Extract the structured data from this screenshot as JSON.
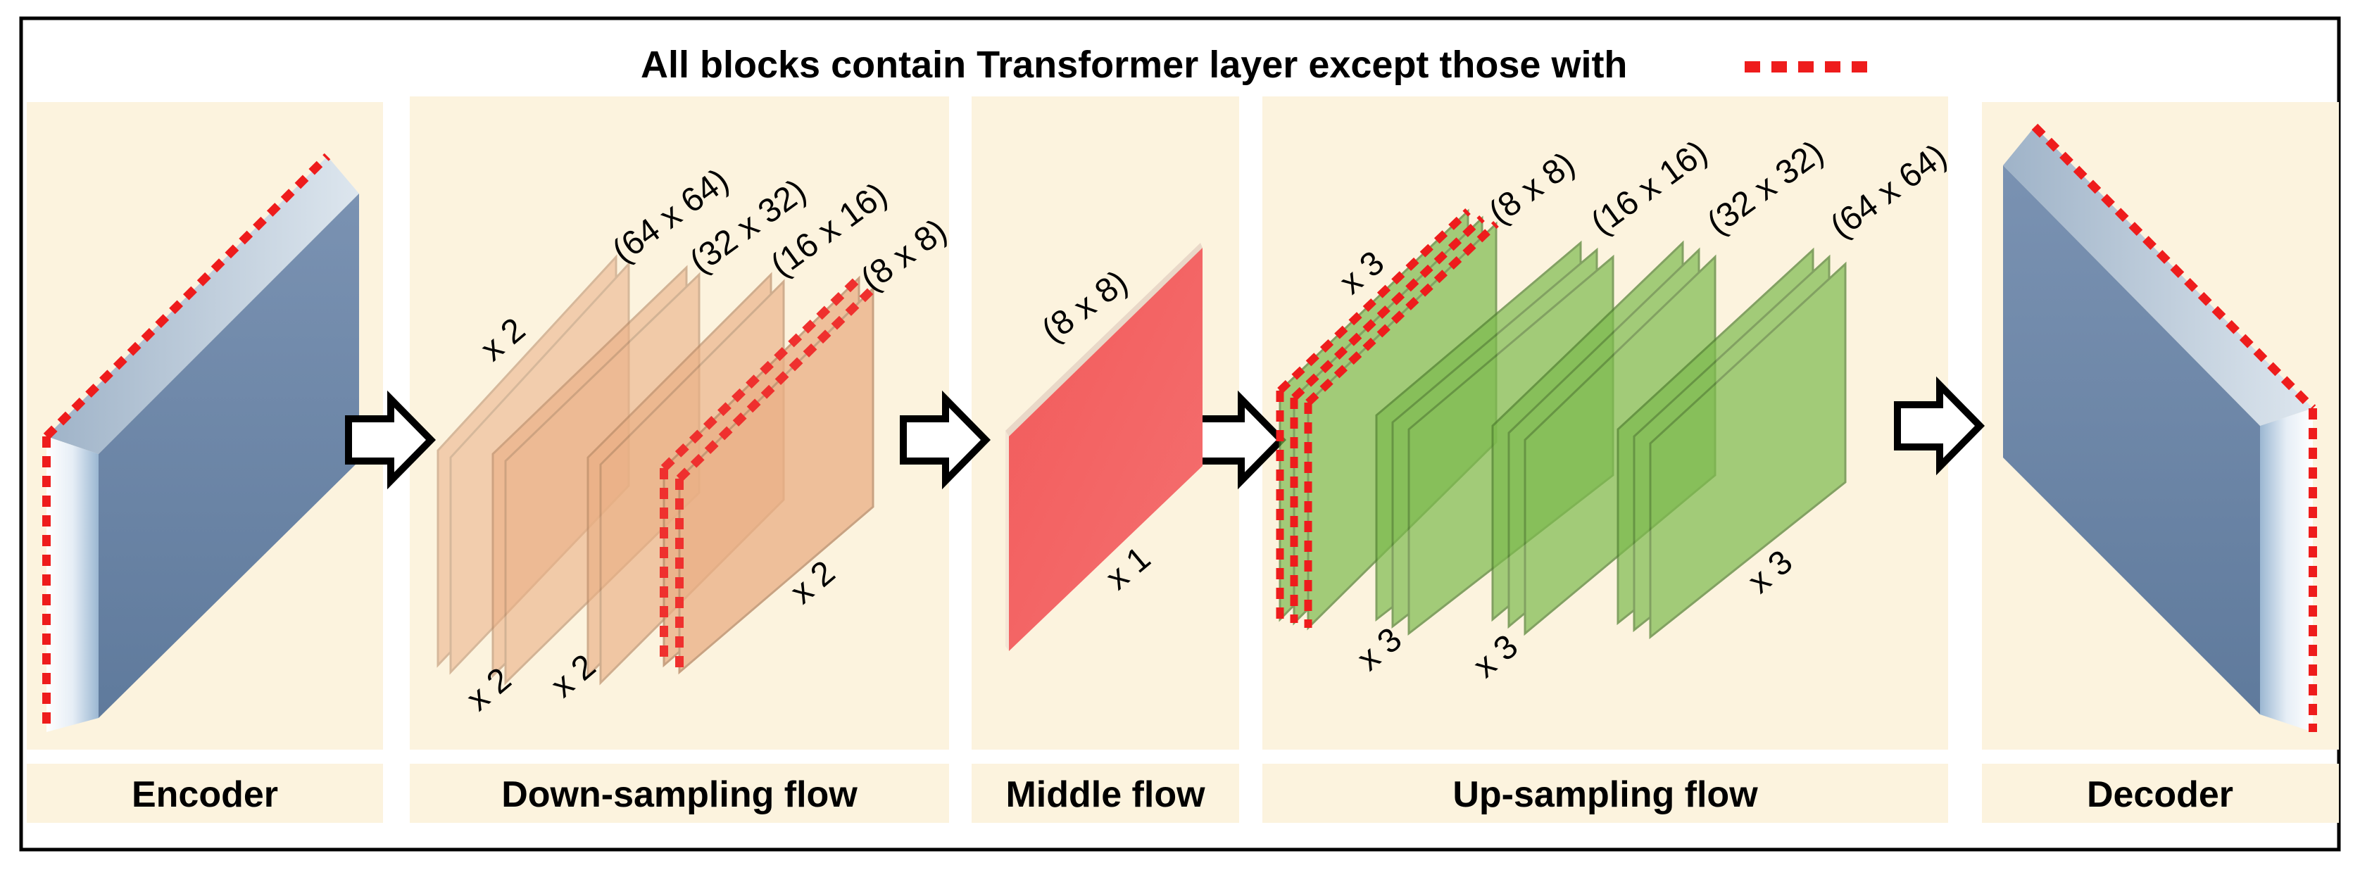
{
  "title": "All blocks contain Transformer layer except those with",
  "sections": {
    "encoder": "Encoder",
    "down": "Down-sampling flow",
    "middle": "Middle flow",
    "up": "Up-sampling flow",
    "decoder": "Decoder"
  },
  "down_flow": {
    "sizes": [
      "(64 x 64)",
      "(32 x 32)",
      "(16 x 16)",
      "(8 x 8)"
    ],
    "repeat_top": "x 2",
    "repeat_bottom": [
      "x 2",
      "x 2"
    ],
    "repeat_right": "x 2"
  },
  "middle_flow": {
    "size": "(8 x 8)",
    "repeat": "x 1"
  },
  "up_flow": {
    "sizes": [
      "(8 x 8)",
      "(16 x 16)",
      "(32 x 32)",
      "(64 x 64)"
    ],
    "repeat_top": "x 3",
    "repeat_bottom": [
      "x 3",
      "x 3"
    ],
    "repeat_right": "x 3"
  },
  "colors": {
    "panel": "#fcf3de",
    "encoder_face": "#6f88a8",
    "down_block": "#e8a77a",
    "middle_block": "#f2595a",
    "up_block": "#7dbb4e",
    "dotted_marker": "#ee1c1c"
  }
}
